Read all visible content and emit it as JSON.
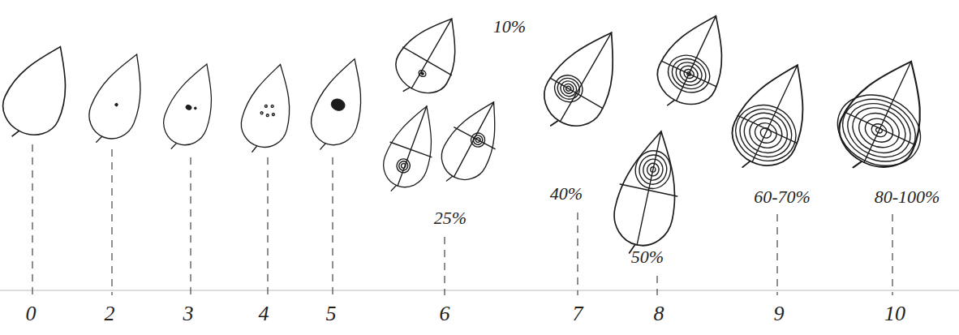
{
  "diagram": {
    "labels": [
      "10%",
      "25%",
      "40%",
      "50%",
      "60-70%",
      "80-100%",
      "0",
      "2",
      "3",
      "4",
      "5",
      "6",
      "7",
      "8",
      "9",
      "10"
    ]
  }
}
